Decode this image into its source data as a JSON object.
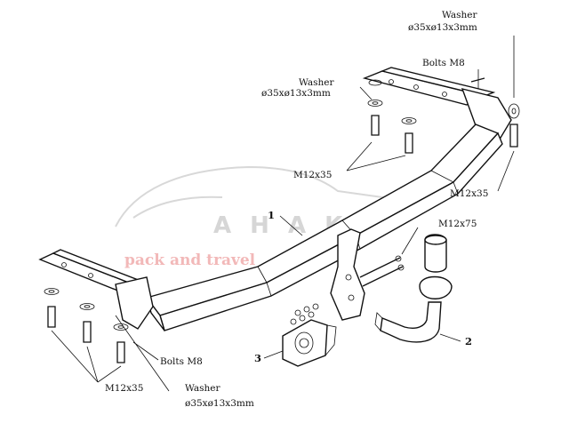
{
  "callouts": {
    "washer_top_right": {
      "name": "Washer",
      "spec": "ø35xø13x3mm"
    },
    "bolts_top": "Bolts M8",
    "washer_top_left": {
      "name": "Washer",
      "spec": "ø35xø13x3mm"
    },
    "m12x35_upper_left": "M12x35",
    "m12x35_right": "M12x35",
    "m12x75": "M12x75",
    "bolts_bottom": "Bolts M8",
    "m12x35_lower_left": "M12x35",
    "washer_bottom": {
      "name": "Washer",
      "spec": "ø35xø13x3mm"
    }
  },
  "part_numbers": {
    "p1": "1",
    "p2": "2",
    "p3": "3"
  },
  "watermark": {
    "brand": "A H A K A",
    "tagline": "pack and travel"
  }
}
